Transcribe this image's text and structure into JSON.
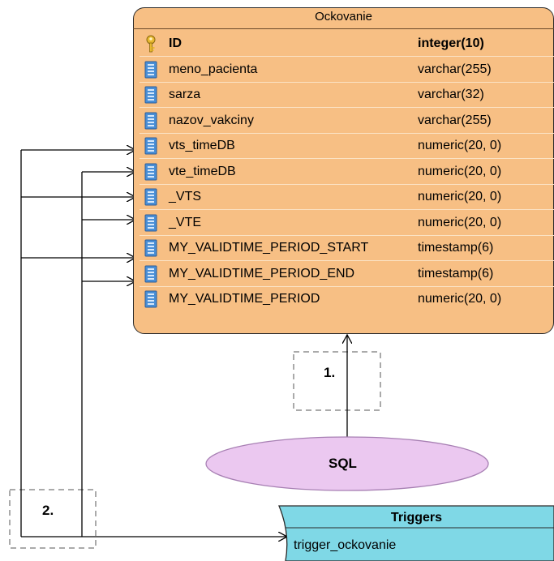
{
  "entity": {
    "title": "Ockovanie",
    "columns": [
      {
        "name": "ID",
        "type": "integer(10)",
        "key": true
      },
      {
        "name": "meno_pacienta",
        "type": "varchar(255)",
        "key": false
      },
      {
        "name": "sarza",
        "type": "varchar(32)",
        "key": false
      },
      {
        "name": "nazov_vakciny",
        "type": "varchar(255)",
        "key": false
      },
      {
        "name": "vts_timeDB",
        "type": "numeric(20, 0)",
        "key": false
      },
      {
        "name": "vte_timeDB",
        "type": "numeric(20, 0)",
        "key": false
      },
      {
        "name": "_VTS",
        "type": "numeric(20, 0)",
        "key": false
      },
      {
        "name": "_VTE",
        "type": "numeric(20, 0)",
        "key": false
      },
      {
        "name": "MY_VALIDTIME_PERIOD_START",
        "type": "timestamp(6)",
        "key": false
      },
      {
        "name": "MY_VALIDTIME_PERIOD_END",
        "type": "timestamp(6)",
        "key": false
      },
      {
        "name": "MY_VALIDTIME_PERIOD",
        "type": "numeric(20, 0)",
        "key": false
      }
    ]
  },
  "sql_node": {
    "label": "SQL"
  },
  "step_labels": {
    "one": "1.",
    "two": "2."
  },
  "triggers": {
    "title": "Triggers",
    "items": [
      "trigger_ockovanie"
    ]
  },
  "colors": {
    "entity_fill": "#f7bf84",
    "sql_fill": "#ebc8f0",
    "triggers_fill": "#7fd8e6",
    "column_icon": "#4a8fd6",
    "key_icon": "#e8b830"
  }
}
